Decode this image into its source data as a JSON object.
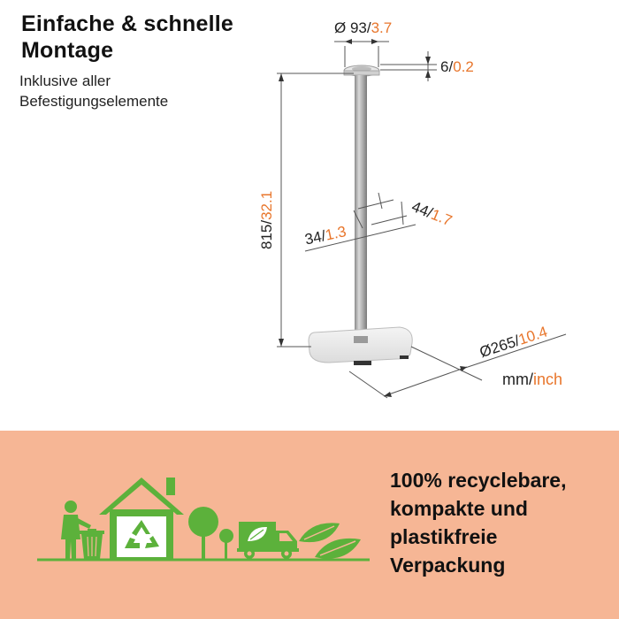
{
  "heading": {
    "line1": "Einfache & schnelle",
    "line2": "Montage"
  },
  "subheading": {
    "line1": "Inklusive aller",
    "line2": "Befestigungselemente"
  },
  "dimensions": {
    "top_diameter": {
      "mm": "Ø 93/",
      "inch": "3.7"
    },
    "top_thickness": {
      "mm": "6/",
      "inch": "0.2"
    },
    "height": {
      "mm": "815/",
      "inch": "32.1"
    },
    "column_depth": {
      "mm": "44/",
      "inch": "1.7"
    },
    "column_width": {
      "mm": "34/",
      "inch": "1.3"
    },
    "base_diameter": {
      "mm": "Ø265/",
      "inch": "10.4"
    },
    "units": {
      "mm": "mm/",
      "inch": "inch"
    }
  },
  "packaging": {
    "line1": "100% recyclebare,",
    "line2": "kompakte und",
    "line3": "plastikfreie",
    "line4": "Verpackung"
  },
  "icons": [
    "person-recycling-icon",
    "house-recycle-icon",
    "tree-icon",
    "truck-leaf-icon",
    "leaves-icon"
  ],
  "colors": {
    "accent": "#e8762c",
    "banner": "#f6b695",
    "eco_green": "#5cb13b"
  }
}
